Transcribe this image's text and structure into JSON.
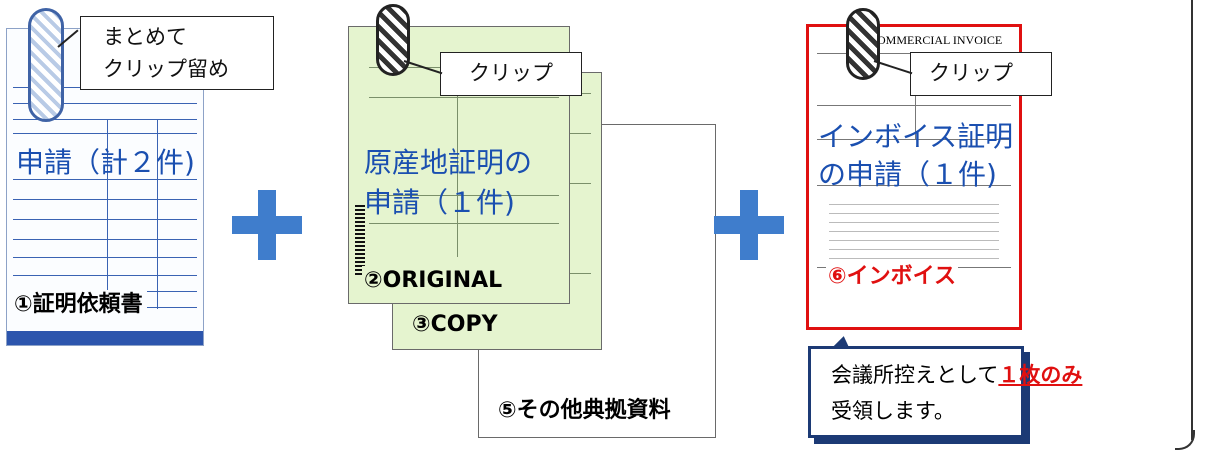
{
  "callouts": {
    "clip1": [
      "まとめて",
      "クリップ留め"
    ],
    "clip2": "クリップ",
    "clip3": "クリップ"
  },
  "titles": {
    "request": "申請（計２件)",
    "origin_line1": "原産地証明の",
    "origin_line2": "申請（１件)",
    "invoice_line1": "インボイス証明",
    "invoice_line2": "の申請（１件)"
  },
  "docs": {
    "doc1": "①証明依頼書",
    "doc2": "②ORIGINAL",
    "doc3": "③COPY",
    "doc5": "⑤その他典拠資料",
    "doc6": "⑥インボイス"
  },
  "invoice_header": "COMMERCIAL INVOICE",
  "note": {
    "prefix": "会議所控えとして",
    "highlight": "１枚のみ",
    "line2": "受領します。"
  },
  "colors": {
    "accent_blue": "#1a4fb0",
    "plus_blue": "#3f7dcc",
    "red": "#e01010",
    "green_paper": "#e5f4cf",
    "note_border": "#1c3a75"
  }
}
